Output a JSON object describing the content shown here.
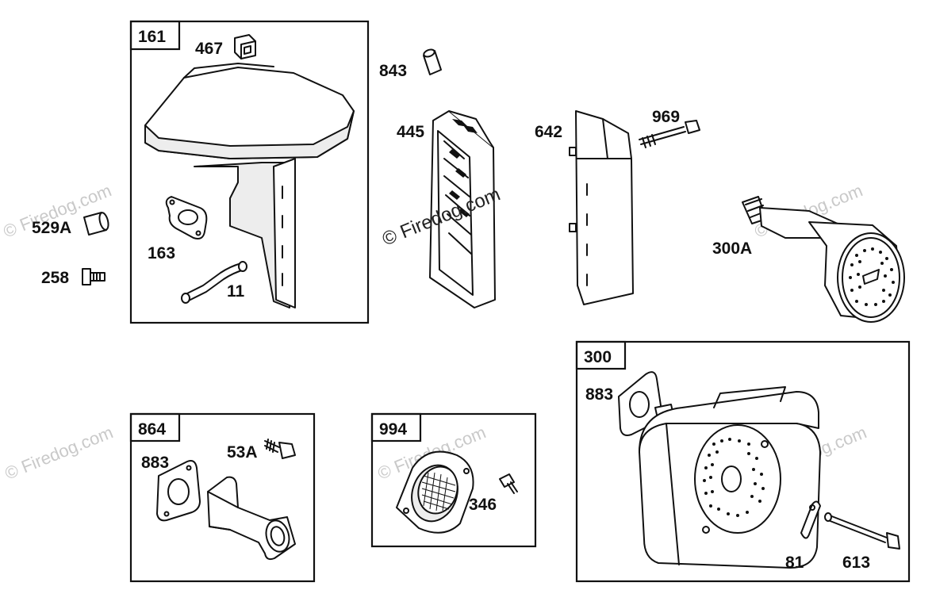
{
  "watermarks": {
    "main": "© Firedog.com",
    "faint": "© Firedog.com"
  },
  "boxes": {
    "b161": "161",
    "b864": "864",
    "b994": "994",
    "b300": "300"
  },
  "parts": {
    "p467": "467",
    "p843": "843",
    "p445": "445",
    "p642": "642",
    "p969": "969",
    "p529A": "529A",
    "p163": "163",
    "p258": "258",
    "p11": "11",
    "p300A": "300A",
    "p883a": "883",
    "p53A": "53A",
    "p346": "346",
    "p883b": "883",
    "p81": "81",
    "p613": "613"
  }
}
